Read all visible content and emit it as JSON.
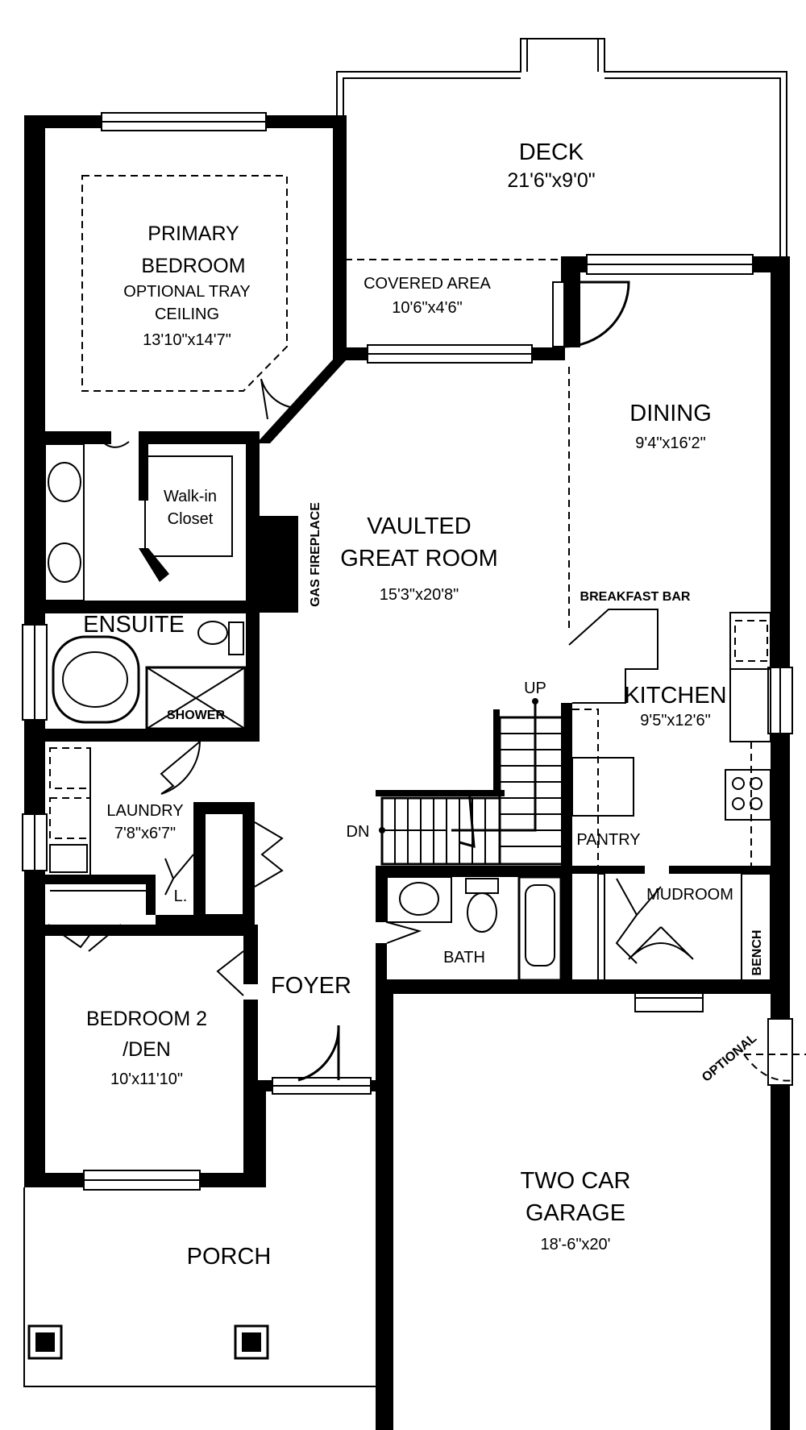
{
  "rooms": {
    "deck": {
      "name": "DECK",
      "dim": "21'6\"x9'0\""
    },
    "covered": {
      "name": "COVERED AREA",
      "dim": "10'6\"x4'6\""
    },
    "primary": {
      "name1": "PRIMARY",
      "name2": "BEDROOM",
      "note1": "OPTIONAL TRAY",
      "note2": "CEILING",
      "dim": "13'10\"x14'7\""
    },
    "dining": {
      "name": "DINING",
      "dim": "9'4\"x16'2\""
    },
    "closet": {
      "name1": "Walk-in",
      "name2": "Closet"
    },
    "great": {
      "name1": "VAULTED",
      "name2": "GREAT ROOM",
      "dim": "15'3\"x20'8\""
    },
    "fireplace": {
      "name": "GAS FIREPLACE"
    },
    "breakfast": {
      "name": "BREAKFAST BAR"
    },
    "ensuite": {
      "name": "ENSUITE"
    },
    "shower": {
      "name": "SHOWER"
    },
    "kitchen": {
      "name": "KITCHEN",
      "dim": "9'5\"x12'6\""
    },
    "laundry": {
      "name": "LAUNDRY",
      "dim": "7'8\"x6'7\""
    },
    "linen": {
      "name": "L."
    },
    "pantry": {
      "name": "PANTRY"
    },
    "mudroom": {
      "name": "MUDROOM"
    },
    "bench": {
      "name": "BENCH"
    },
    "bath": {
      "name": "BATH"
    },
    "foyer": {
      "name": "FOYER"
    },
    "bedroom2": {
      "name1": "BEDROOM 2",
      "name2": "/DEN",
      "dim": "10'x11'10\""
    },
    "garage": {
      "name1": "TWO CAR",
      "name2": "GARAGE",
      "dim": "18'-6\"x20'"
    },
    "porch": {
      "name": "PORCH"
    },
    "optional": {
      "name": "OPTIONAL"
    }
  },
  "stairs": {
    "up": "UP",
    "down": "DN"
  }
}
